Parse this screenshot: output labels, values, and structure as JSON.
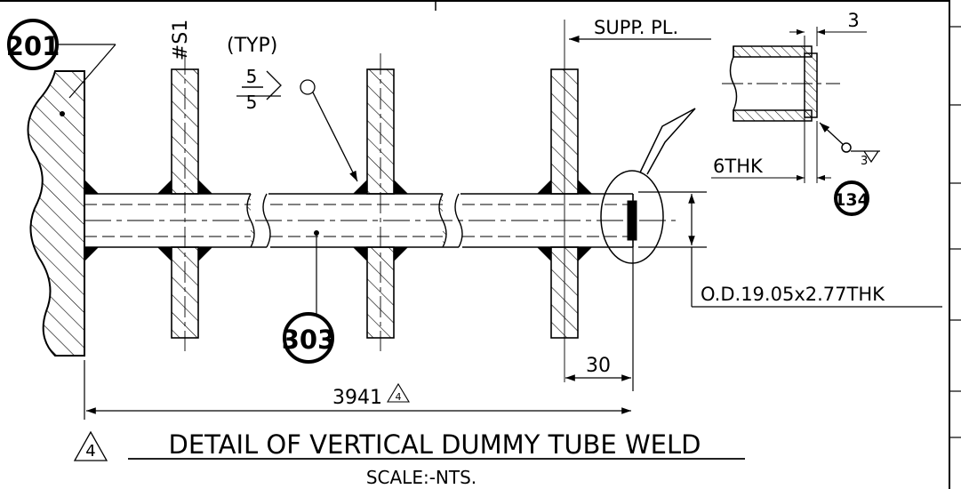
{
  "drawing": {
    "title": "DETAIL OF VERTICAL DUMMY TUBE WELD",
    "scale": "SCALE:-NTS.",
    "revision_marker": "4",
    "colors": {
      "line": "#000000",
      "background": "#ffffff"
    }
  },
  "balloons": {
    "b201": "201",
    "b303": "303",
    "b134": "134"
  },
  "labels": {
    "tube_tag": "#S1",
    "typ": "(TYP)",
    "weld_size_top": "5",
    "weld_size_bottom": "5",
    "supp_pl": "SUPP. PL.",
    "od_spec": "O.D.19.05x2.77THK",
    "thk": "6THK",
    "detail_gap": "3",
    "detail_weld_size": "3"
  },
  "dimensions": {
    "overall_length": "3941",
    "overall_rev": "4",
    "end_offset": "30"
  }
}
